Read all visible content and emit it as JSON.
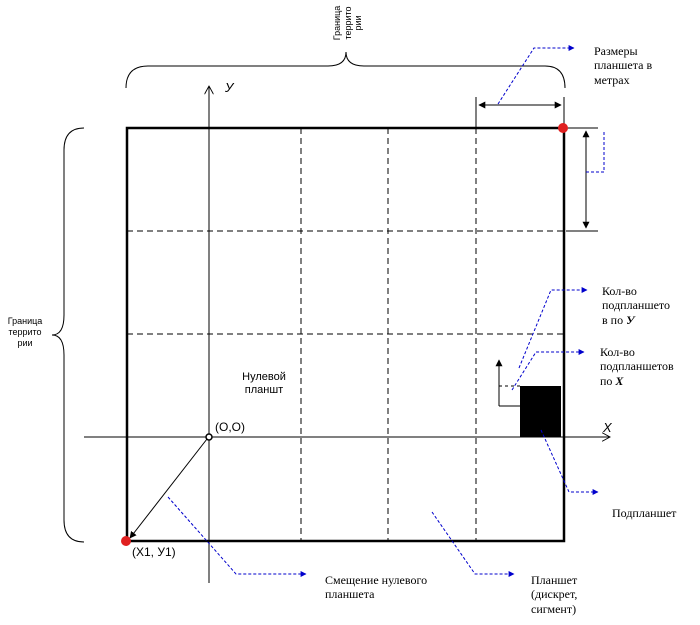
{
  "axes": {
    "y_label": "У",
    "x_label": "X"
  },
  "territory": {
    "top_label": [
      "Граница",
      "террито",
      "рии"
    ],
    "left_label": [
      "Граница",
      "террито",
      "рии"
    ]
  },
  "points": {
    "origin_label": "(O,O)",
    "corner_label": "(X1, У1)"
  },
  "zero_tablet": {
    "label": [
      "Нулевой",
      "планшт"
    ]
  },
  "annotations": {
    "tablet_size": [
      "Размеры",
      "планшета в",
      "метрах"
    ],
    "count_y": {
      "prefix": [
        "Кол-во",
        "подпланшето",
        "в по "
      ],
      "axis": "У"
    },
    "count_x": {
      "prefix": [
        "Кол-во",
        "подпланшетов",
        "по "
      ],
      "axis": "X"
    },
    "subtablet": "Подпланшет",
    "offset": [
      "Смещение нулевого",
      "планшета"
    ],
    "tablet": [
      "Планшет",
      "(дискрет,",
      "сигмент)"
    ]
  },
  "colors": {
    "line": "#000000",
    "pointer": "#0000cc",
    "marker": "#e02020",
    "fill": "#000000"
  }
}
